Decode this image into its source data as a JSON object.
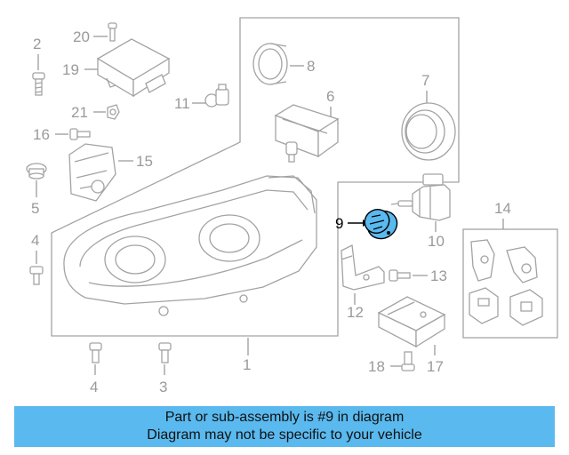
{
  "callouts": {
    "c1": "1",
    "c2": "2",
    "c3": "3",
    "c4a": "4",
    "c4b": "4",
    "c5": "5",
    "c6": "6",
    "c7": "7",
    "c8": "8",
    "c9": "9",
    "c10": "10",
    "c11": "11",
    "c12": "12",
    "c13": "13",
    "c14": "14",
    "c15": "15",
    "c16": "16",
    "c17": "17",
    "c18": "18",
    "c19": "19",
    "c20": "20",
    "c21": "21"
  },
  "highlight": {
    "part_number": "9",
    "color": "#5ab9ee"
  },
  "banner": {
    "line1": "Part or sub-assembly is #9 in diagram",
    "line2": "Diagram may not be specific to your vehicle",
    "color": "#5ab9ee"
  }
}
